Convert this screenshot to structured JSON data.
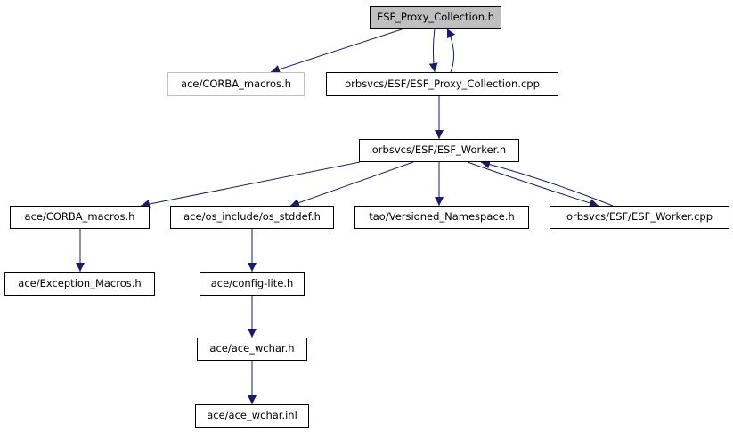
{
  "colors": {
    "edge": "#191970",
    "root_fill": "#bfbfbf",
    "node_border": "#000000",
    "external_border": "#bfbfbf"
  },
  "nodes": {
    "root": "ESF_Proxy_Collection.h",
    "corba_macros_ext": "ace/CORBA_macros.h",
    "proxy_collection_cpp": "orbsvcs/ESF/ESF_Proxy_Collection.cpp",
    "worker_h": "orbsvcs/ESF/ESF_Worker.h",
    "corba_macros": "ace/CORBA_macros.h",
    "os_stddef": "ace/os_include/os_stddef.h",
    "versioned_namespace": "tao/Versioned_Namespace.h",
    "worker_cpp": "orbsvcs/ESF/ESF_Worker.cpp",
    "exception_macros": "ace/Exception_Macros.h",
    "config_lite": "ace/config-lite.h",
    "ace_wchar_h": "ace/ace_wchar.h",
    "ace_wchar_inl": "ace/ace_wchar.inl"
  }
}
